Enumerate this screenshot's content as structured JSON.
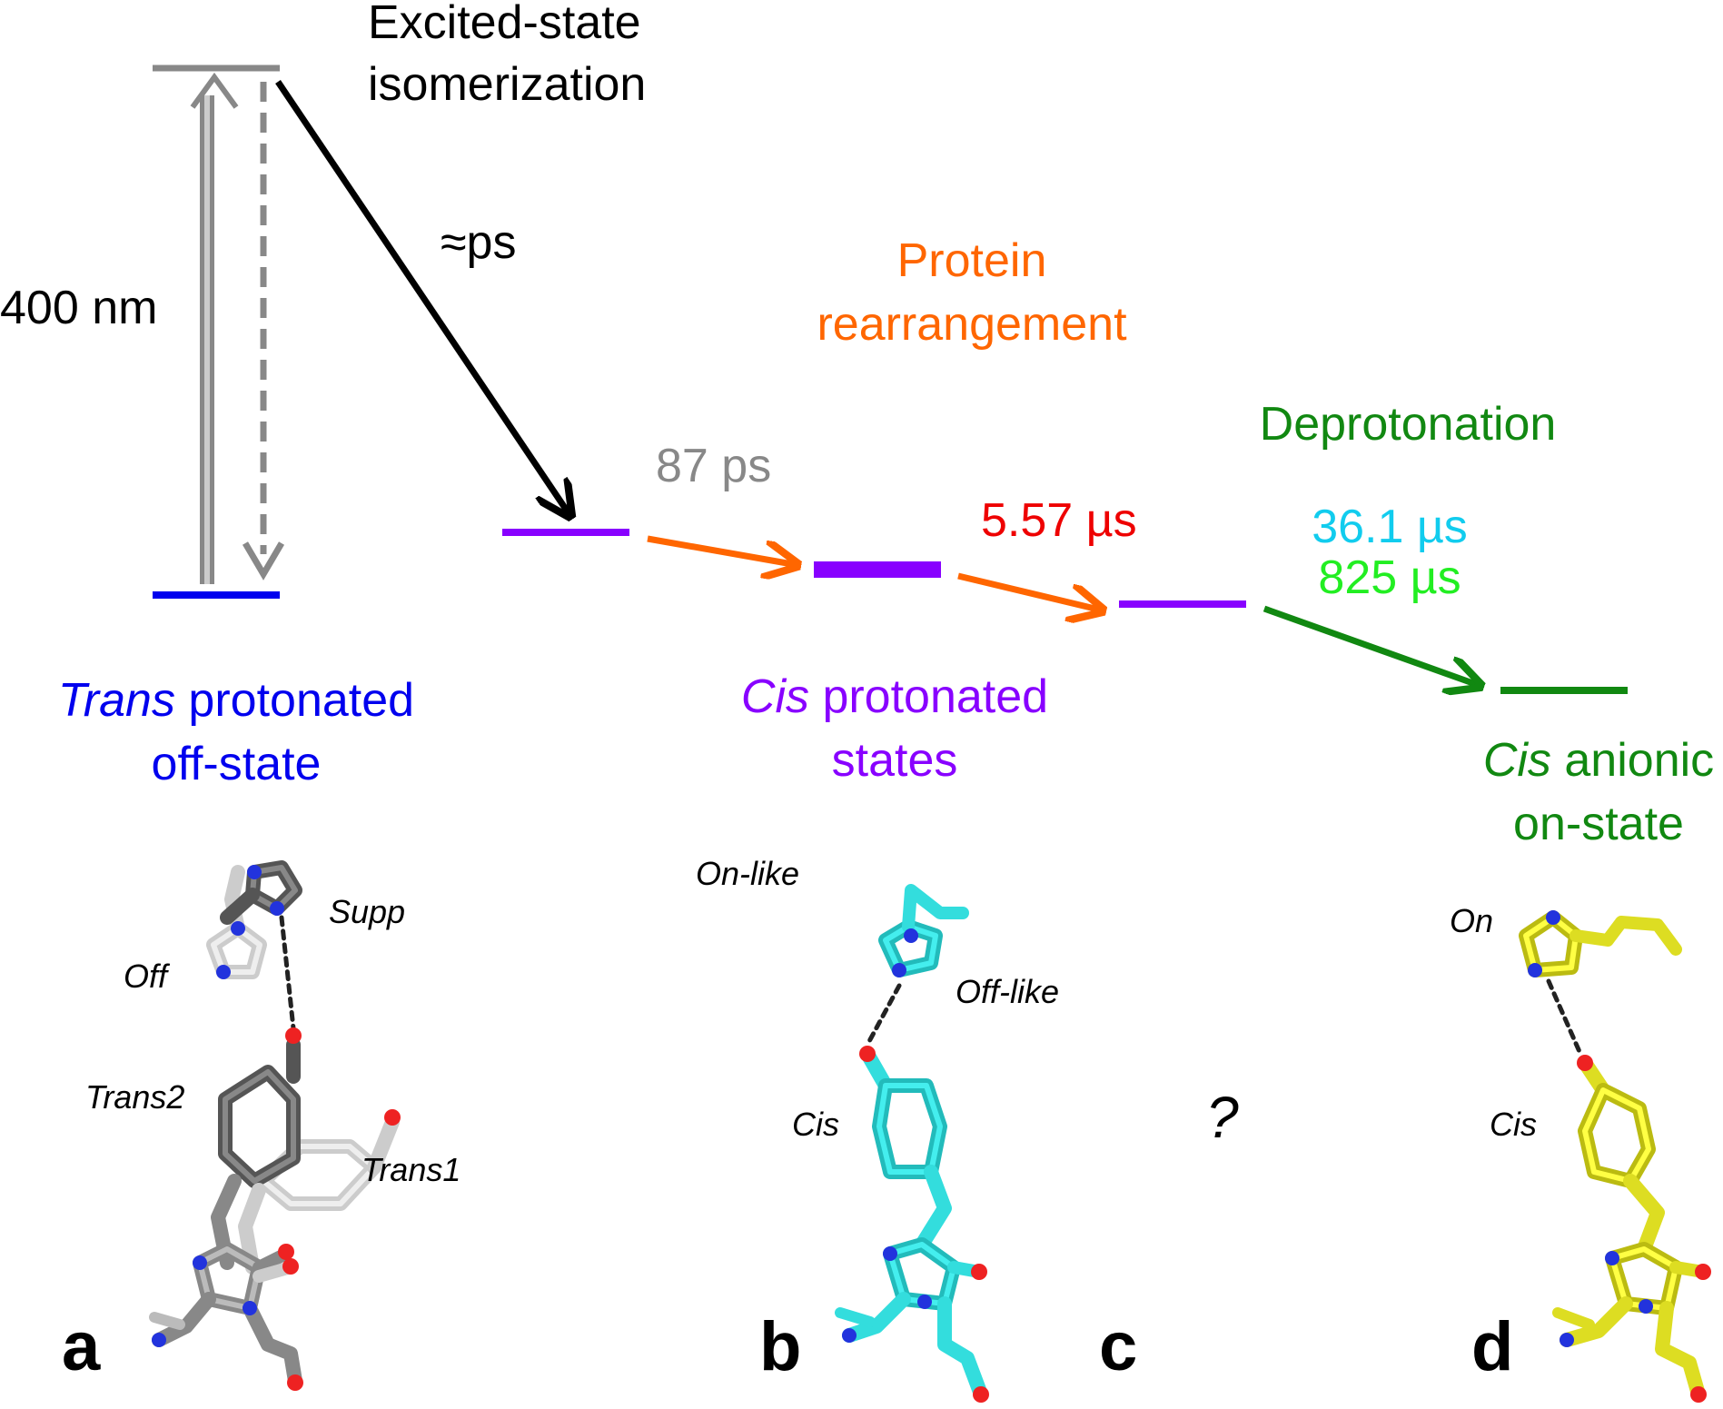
{
  "colors": {
    "black": "#000000",
    "gray": "#888888",
    "blue": "#0000ee",
    "purple": "#8800ff",
    "orange": "#ff6600",
    "red": "#ee0000",
    "green": "#118811",
    "cyan": "#11ccee",
    "lime": "#22ee22",
    "cyan_stick": "#33dddd",
    "yellow_stick": "#eeee22",
    "dark_stick": "#666666",
    "light_stick": "#cccccc",
    "nitrogen": "#2233dd",
    "oxygen": "#ee2222"
  },
  "labels": {
    "excited_state_line1": "Excited-state",
    "excited_state_line2": "isomerization",
    "approx_ps": "≈ps",
    "wavelength": "400 nm",
    "protein_line1": "Protein",
    "protein_line2": "rearrangement",
    "t_87ps": "87 ps",
    "t_557us": "5.57 µs",
    "deprotonation": "Deprotonation",
    "t_361us": "36.1 µs",
    "t_825us": "825 µs",
    "trans_state_italic": "Trans",
    "trans_state_rest": " protonated",
    "trans_state_line2": "off-state",
    "cis_prot_italic": "Cis",
    "cis_prot_rest": " protonated",
    "cis_prot_line2": "states",
    "cis_anionic_italic": "Cis",
    "cis_anionic_rest": " anionic",
    "cis_anionic_line2": "on-state"
  },
  "structures": {
    "a": {
      "supp": "Supp",
      "off": "Off",
      "trans2": "Trans2",
      "trans1": "Trans1"
    },
    "b": {
      "on_like": "On-like",
      "off_like": "Off-like",
      "cis": "Cis"
    },
    "c": {
      "unknown": "?"
    },
    "d": {
      "on": "On",
      "cis": "Cis"
    }
  },
  "panels": {
    "a": "a",
    "b": "b",
    "c": "c",
    "d": "d"
  }
}
